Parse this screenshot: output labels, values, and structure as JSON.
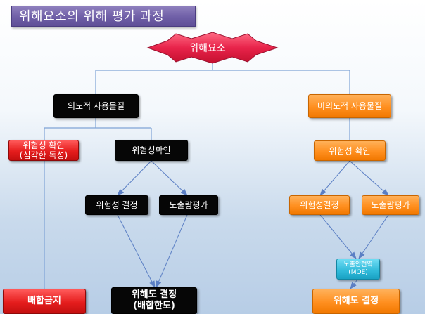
{
  "title": "위해요소의 위해 평가 과정",
  "nodes": {
    "hazard": "위해요소",
    "intentional": "의도적 사용물질",
    "unintentional": "비의도적 사용물질",
    "hazard_check_severe": "위험성 확인\n(심각한 독성)",
    "hazard_check": "위험성확인",
    "hazard_check_right": "위험성 확인",
    "hazard_determination": "위험성 결정",
    "exposure_assessment": "노출량평가",
    "hazard_determination_right": "위험성결정",
    "exposure_assessment_right": "노출량평가",
    "moe": "노출안전역\n(MOE)",
    "ban": "배합금지",
    "risk_decision_limit": "위해도 결정\n(배합한도)",
    "risk_decision": "위해도 결정"
  },
  "colors": {
    "title_bg": "#6f5fa7",
    "star": "#e8234a",
    "intentional_branch": "#060606",
    "unintentional_branch": "#ff8f1f",
    "ban": "#e51d1d",
    "moe": "#2fb9d9",
    "arrow": "#5b7fc4"
  }
}
